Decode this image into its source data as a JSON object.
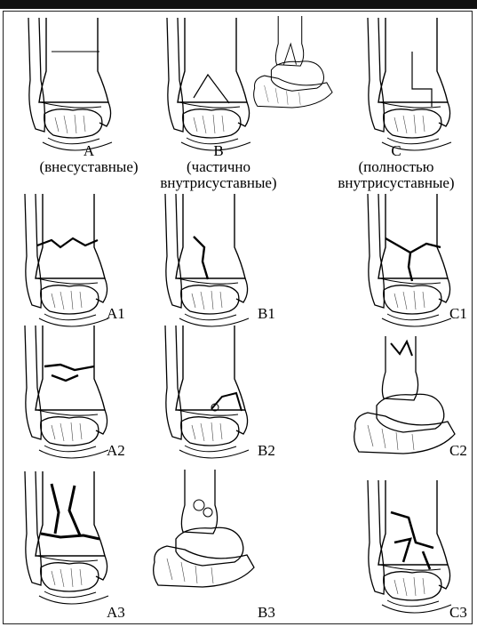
{
  "header": {
    "A_letter": "A",
    "A_text": "(внесуставные)",
    "B_letter": "B",
    "B_text1": "(частично",
    "B_text2": "внутрисуставные)",
    "C_letter": "C",
    "C_text1": "(полностью",
    "C_text2": "внутрисуставные)"
  },
  "codes": {
    "A1": "A1",
    "A2": "A2",
    "A3": "A3",
    "B1": "B1",
    "B2": "B2",
    "B3": "B3",
    "C1": "C1",
    "C2": "C2",
    "C3": "C3"
  }
}
